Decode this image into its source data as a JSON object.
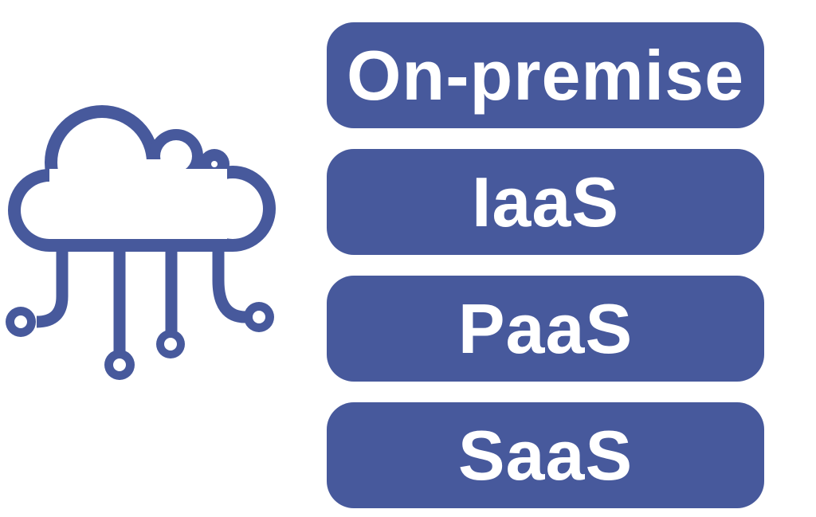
{
  "diagram": {
    "accent_color": "#47599C",
    "label_color": "#ffffff",
    "background_color": "#ffffff",
    "icon": {
      "name": "cloud-network-icon",
      "color": "#47599C"
    },
    "buttons": [
      {
        "label": "On-premise"
      },
      {
        "label": "IaaS"
      },
      {
        "label": "PaaS"
      },
      {
        "label": "SaaS"
      }
    ]
  }
}
